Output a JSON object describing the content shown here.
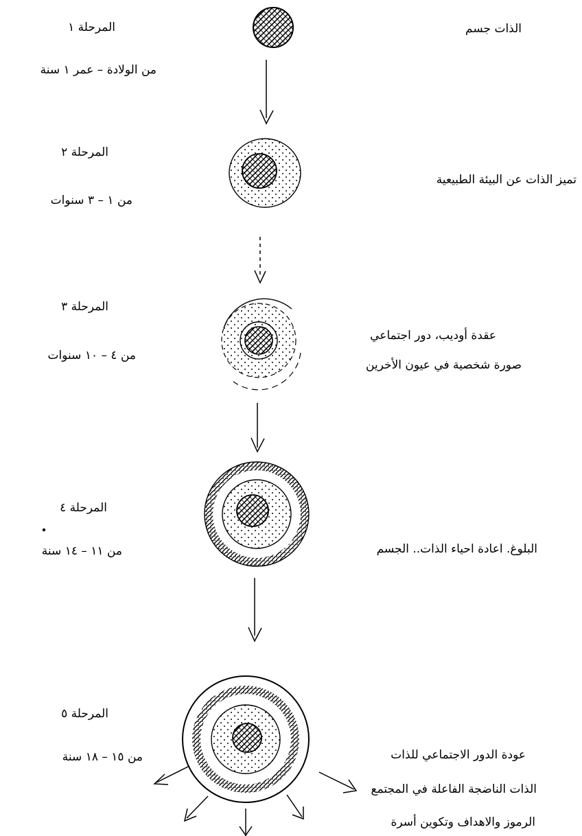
{
  "stages": [
    {
      "title": "المرحلة ١",
      "age": "من الولادة – عمر ١ سنة",
      "desc": [
        "الذات جسم"
      ]
    },
    {
      "title": "المرحلة ٢",
      "age": "من ١ – ٣ سنوات",
      "desc": [
        "تميز الذات عن البيئة الطبيعية"
      ]
    },
    {
      "title": "المرحلة ٣",
      "age": "من ٤ – ١٠ سنوات",
      "desc": [
        "عقدة أوديب، دور اجتماعي",
        "صورة شخصية في عيون الأخرين"
      ]
    },
    {
      "title": "المرحلة ٤",
      "age": "من ١١ – ١٤ سنة",
      "desc": [
        "البلوغ. اعادة احياء الذات.. الجسم"
      ]
    },
    {
      "title": "المرحلة ٥",
      "age": "من ١٥ – ١٨ سنة",
      "desc": [
        "عودة الدور الاجتماعي للذات",
        "الذات الناضجة الفاعلة في المجتمع",
        "الرموز والاهداف وتكوين أسرة"
      ]
    }
  ],
  "colors": {
    "ink": "#000000",
    "background": "#ffffff"
  }
}
